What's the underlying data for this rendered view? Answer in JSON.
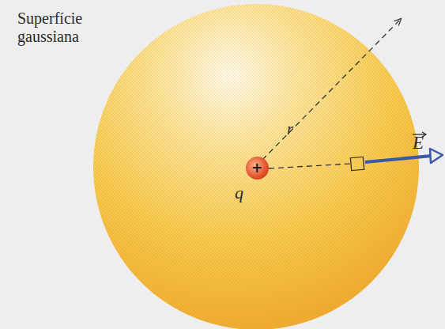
{
  "diagram": {
    "nodes": [
      {
        "text": [
          "+"
        ]
      }
    ],
    "labels": [
      "Superfície gaussiana",
      "r",
      "q",
      "E"
    ]
  }
}
